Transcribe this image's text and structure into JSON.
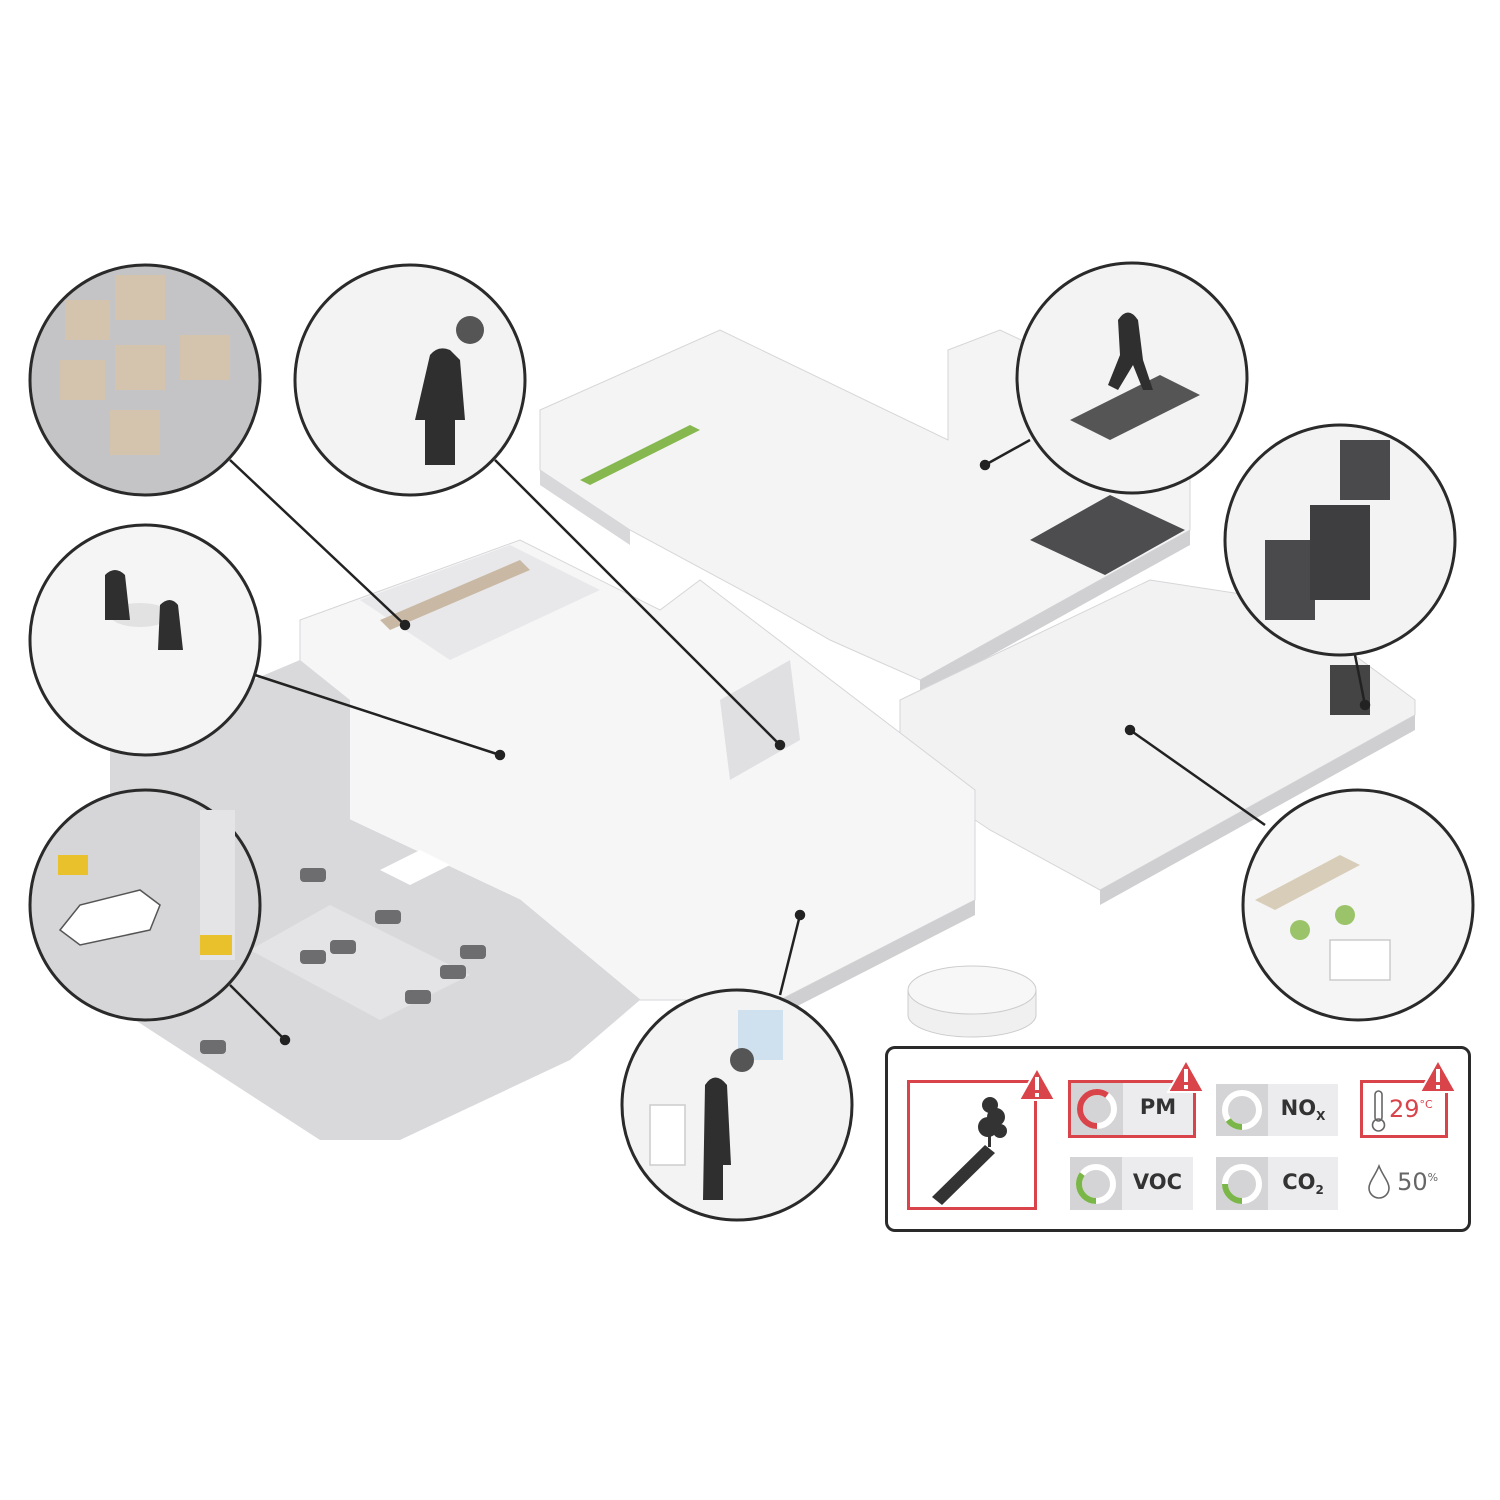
{
  "panel": {
    "vape_alert": {
      "icon": "vape-smoke-icon",
      "alert": true
    },
    "sensors": [
      {
        "id": "pm",
        "label": "PM",
        "sub": "",
        "level": 0.6,
        "color": "#d9434a",
        "alert": true
      },
      {
        "id": "nox",
        "label": "NO",
        "sub": "X",
        "level": 0.15,
        "color": "#7ab648",
        "alert": false
      },
      {
        "id": "voc",
        "label": "VOC",
        "sub": "",
        "level": 0.35,
        "color": "#7ab648",
        "alert": false
      },
      {
        "id": "co2",
        "label": "CO",
        "sub": "2",
        "level": 0.25,
        "color": "#7ab648",
        "alert": false
      }
    ],
    "temperature": {
      "value": "29",
      "unit": "°C",
      "alert": true
    },
    "humidity": {
      "value": "50",
      "unit": "%"
    }
  },
  "colors": {
    "alert": "#d9434a",
    "ok": "#7ab648",
    "outline": "#2a2a2a"
  },
  "callouts": [
    "warehouse-shelves",
    "stairwell-smoking",
    "cafe-seating",
    "parking-garage",
    "restroom-vaping",
    "gym-treadmill",
    "server-room",
    "open-office"
  ]
}
